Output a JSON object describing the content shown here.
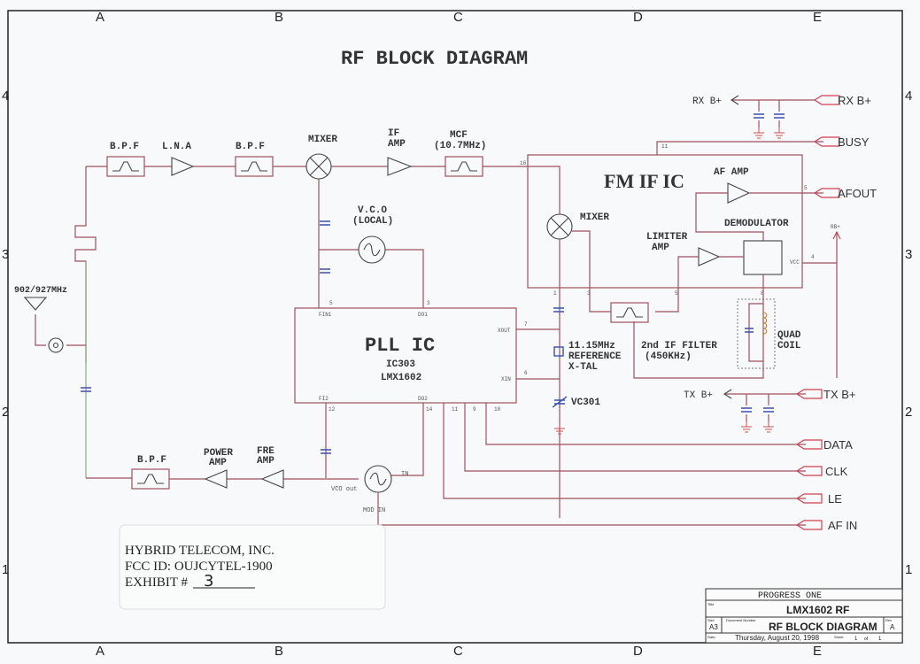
{
  "title": "RF BLOCK DIAGRAM",
  "grid": {
    "columns": [
      "A",
      "B",
      "C",
      "D",
      "E"
    ],
    "rows": [
      "4",
      "3",
      "2",
      "1"
    ]
  },
  "rx_chain": {
    "bpf1": "B.P.F",
    "lna": "L.N.A",
    "bpf2": "B.P.F",
    "mixer": "MIXER",
    "if_amp": [
      "IF",
      "AMP"
    ],
    "mcf": [
      "MCF",
      "(10.7MHz)"
    ],
    "vco_local": [
      "V.C.O",
      "(LOCAL)"
    ]
  },
  "antenna": {
    "label": "902/927MHz"
  },
  "fm_if_ic": {
    "title": "FM IF IC",
    "mixer": "MIXER",
    "af_amp": "AF AMP",
    "demodulator": "DEMODULATOR",
    "limiter_amp": [
      "LIMITER",
      "AMP"
    ],
    "vcc": "VCC",
    "rb_plus": "RB+",
    "pins": {
      "p16": "16",
      "p11": "11",
      "p5": "5",
      "p4": "4",
      "p1": "1",
      "p3": "3",
      "p8": "8"
    }
  },
  "pll_ic": {
    "title": "PLL IC",
    "ref": "IC303",
    "part": "LMX1602",
    "pin_names": {
      "fin1": "FIN1",
      "do1": "DO1",
      "xout": "XOUT",
      "xin": "XIN",
      "fi2": "FI2",
      "do2": "DO2"
    },
    "pins": {
      "p5": "5",
      "p3": "3",
      "p7": "7",
      "p6": "6",
      "p12": "12",
      "p14": "14",
      "p11": "11",
      "p9": "9",
      "p10": "10"
    }
  },
  "crystal": [
    "11.15MHz",
    "REFERENCE",
    "X-TAL"
  ],
  "varcap": "VC301",
  "second_if_filter": [
    "2nd IF FILTER",
    "(450KHz)"
  ],
  "quad_coil": [
    "QUAD",
    "COIL"
  ],
  "tx_chain": {
    "bpf": "B.P.F",
    "power_amp": [
      "POWER",
      "AMP"
    ],
    "pre_amp": [
      "FRE",
      "AMP"
    ],
    "vco_out": "VCO out",
    "vco_in": "IN",
    "mod_in": "MOD IN"
  },
  "rails": {
    "rx_b": "RX B+",
    "tx_b": "TX B+"
  },
  "ports": [
    "RX B+",
    "BUSY",
    "AFOUT",
    "TX B+",
    "DATA",
    "CLK",
    "LE",
    "AF IN"
  ],
  "stamp": {
    "company": "HYBRID TELECOM, INC.",
    "fcc_id": "FCC ID: OUJCYTEL-1900",
    "exhibit_label": "EXHIBIT #",
    "exhibit_no": "3"
  },
  "title_block": {
    "company": "PROGRESS ONE",
    "title_caption": "Title",
    "title": "LMX1602 RF",
    "size_caption": "Size",
    "size": "A3",
    "docnum_caption": "Document Number",
    "docnum": "RF BLOCK DIAGRAM",
    "rev_caption": "Rev",
    "rev": "A",
    "date_caption": "Date:",
    "date": "Thursday, August 20, 1998",
    "sheet_caption": "Sheet",
    "sheet": "1",
    "of_caption": "of",
    "sheets": "1"
  }
}
